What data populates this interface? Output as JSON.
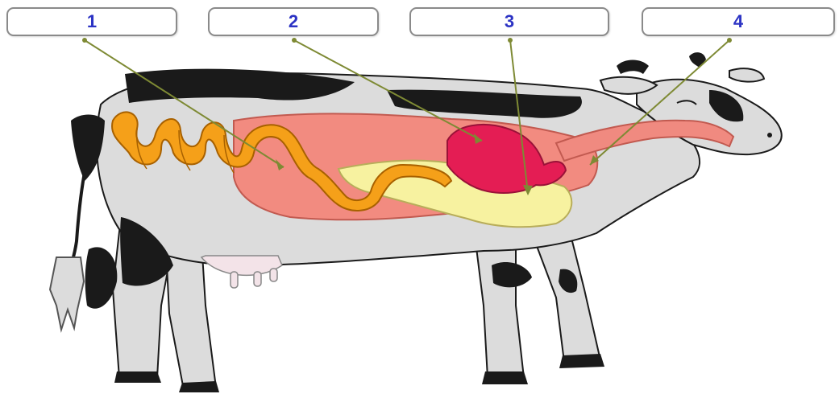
{
  "labels": [
    {
      "number": "1"
    },
    {
      "number": "2"
    },
    {
      "number": "3"
    },
    {
      "number": "4"
    }
  ],
  "colors": {
    "number_text": "#2c33c4",
    "pointer_line": "#7e8a34",
    "small_intestine": "#f5a019",
    "large_organ": "#f28b80",
    "rumen_stomach": "#e41d54",
    "abomasum": "#f7f2a0",
    "esophagus": "#f08a80",
    "body": "#dcdcdc",
    "spots": "#1a1a1a"
  }
}
